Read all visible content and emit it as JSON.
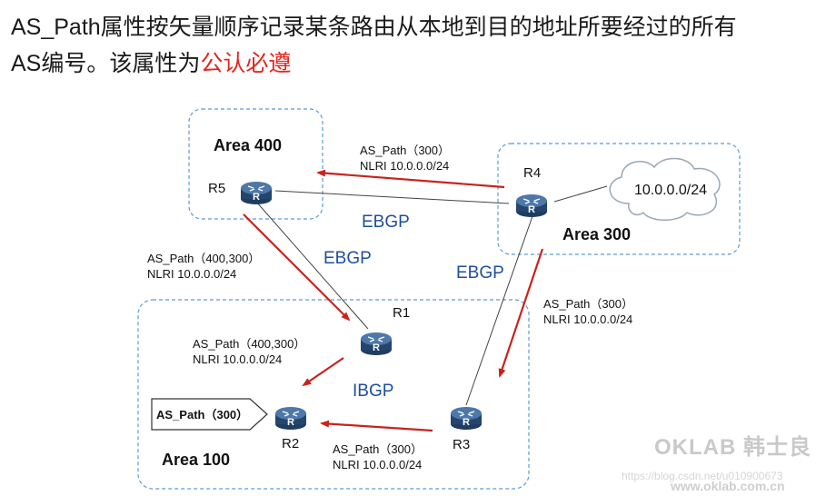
{
  "header": {
    "line1": "AS_Path属性按矢量顺序记录某条路由从本地到目的地址所要经过的所有",
    "line2_prefix": "AS编号。该属性为",
    "line2_highlight": "公认必遵"
  },
  "areas": {
    "area400": "Area 400",
    "area300": "Area 300",
    "area100": "Area 100"
  },
  "routers": {
    "r1": "R1",
    "r2": "R2",
    "r3": "R3",
    "r4": "R4",
    "r5": "R5"
  },
  "cloud_label": "10.0.0.0/24",
  "links": {
    "ebgp_r4_r5": "EBGP",
    "ebgp_r5_r1": "EBGP",
    "ebgp_r4_r3": "EBGP",
    "ibgp": "IBGP"
  },
  "annotations": {
    "r4_to_r5": {
      "path": "AS_Path（300）",
      "nlri": "NLRI 10.0.0.0/24"
    },
    "r5_to_r1": {
      "path": "AS_Path（400,300）",
      "nlri": "NLRI 10.0.0.0/24"
    },
    "r4_to_r3": {
      "path": "AS_Path（300）",
      "nlri": "NLRI 10.0.0.0/24"
    },
    "r1_to_r2": {
      "path": "AS_Path（400,300）",
      "nlri": "NLRI 10.0.0.0/24"
    },
    "r3_to_r2": {
      "path": "AS_Path（300）",
      "nlri": "NLRI 10.0.0.0/24"
    }
  },
  "r2_table_label": "AS_Path（300）",
  "watermark": {
    "brand": "OKLAB 韩士良",
    "url": "www.oklab.com.cn",
    "blog": "https://blog.csdn.net/u010900673"
  },
  "colors": {
    "arrow": "#c8231d",
    "link_label": "#1f4e9e",
    "area_border": "#5a9bd5",
    "router": "#2b4f7e",
    "highlight": "#e8241c"
  }
}
